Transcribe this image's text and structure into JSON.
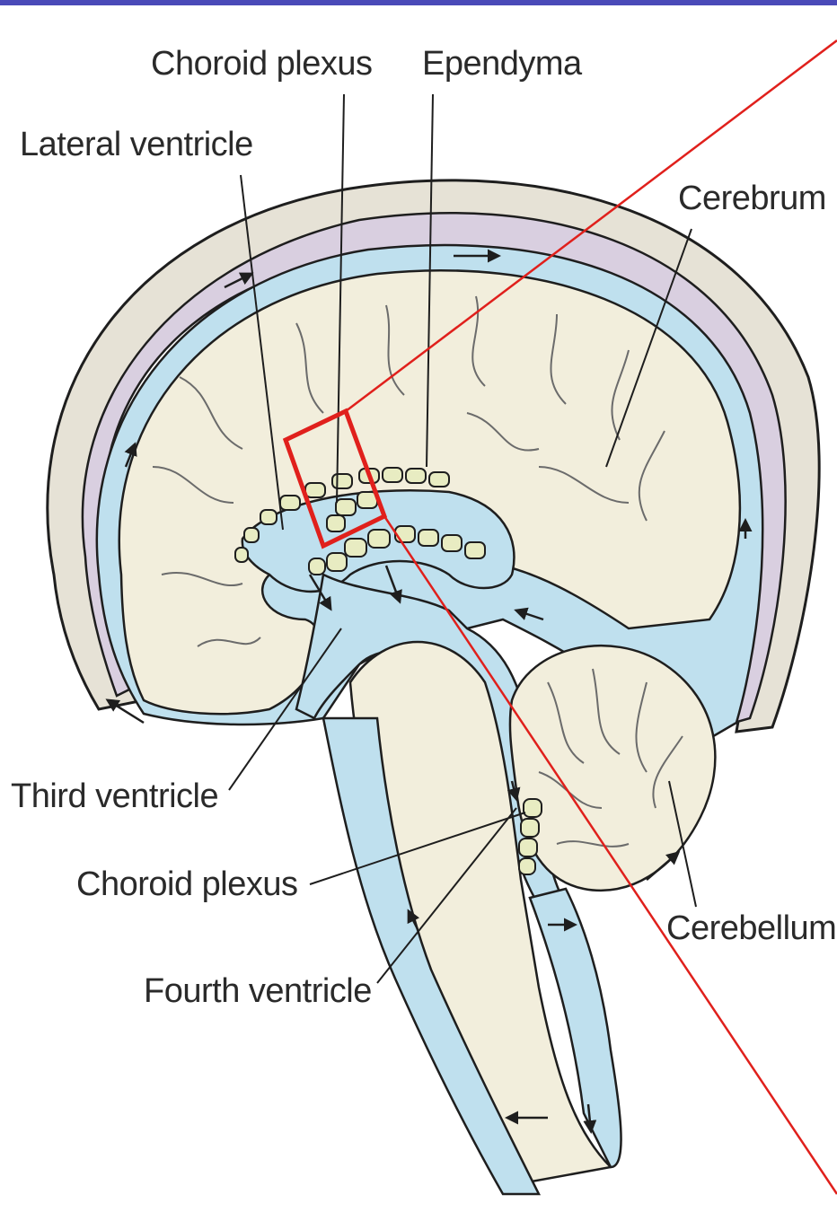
{
  "labels": {
    "choroid_plexus_top": "Choroid plexus",
    "ependyma": "Ependyma",
    "lateral_ventricle": "Lateral ventricle",
    "cerebrum": "Cerebrum",
    "third_ventricle": "Third ventricle",
    "choroid_plexus_bottom": "Choroid plexus",
    "cerebellum": "Cerebellum",
    "fourth_ventricle": "Fourth ventricle"
  },
  "colors": {
    "top_bar": "#4a4ab8",
    "skull": "#e6e2d6",
    "meninges": "#d9cfe0",
    "csf": "#bfe0ee",
    "brain_tissue": "#f2eedc",
    "outline": "#1e1e1e",
    "choroid": "#e8ecc2",
    "highlight": "#e0201c"
  }
}
